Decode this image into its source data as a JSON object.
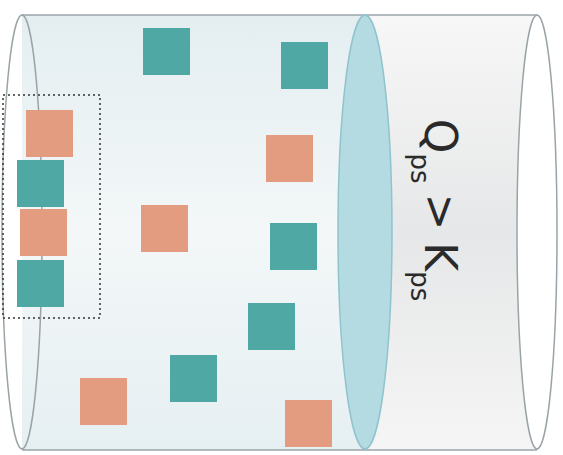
{
  "diagram": {
    "labels": [
      "Q",
      "ps",
      ">",
      "K",
      "ps"
    ]
  }
}
